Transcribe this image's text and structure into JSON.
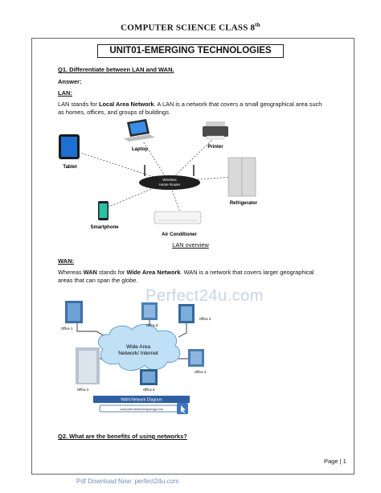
{
  "header": {
    "title": "COMPUTER SCIENCE CLASS 8",
    "superscript": "th"
  },
  "unit_title": "UNIT01-EMERGING TECHNOLOGIES",
  "q1": {
    "question": "Q1. Differentiate between LAN and WAN.",
    "answer_label": "Answer:"
  },
  "lan": {
    "heading": "LAN:",
    "text_parts": [
      "LAN stands for ",
      "Local Area Network",
      ". A LAN is a network that covers a small geographical area such as homes, offices, and groups of buildings."
    ],
    "diagram": {
      "router_label_1": "Wireless",
      "router_label_2": "Home Router",
      "devices": [
        "Tablet",
        "Laptop",
        "Printer",
        "Refrigerator",
        "Smartphone",
        "Air Conditioner"
      ]
    },
    "caption": "LAN overview"
  },
  "wan": {
    "heading": "WAN:",
    "text_parts": [
      "Whereas ",
      "WAN",
      " stands for ",
      "Wide Area Network",
      ". WAN is a network that covers larger geographical areas that can span the globe."
    ],
    "diagram": {
      "cloud_label_1": "Wide Area",
      "cloud_label_2": "Network/ Internet",
      "offices": [
        "Office 1",
        "Office 2",
        "Office 3",
        "Office 4",
        "Office 5"
      ],
      "banner": "WAN Network Diagram",
      "url": "computernetworktopology.com"
    }
  },
  "q2": {
    "question": "Q2. What are the benefits of using networks?"
  },
  "watermark": "Perfect24u.com",
  "page_number": "Page | 1",
  "footer": "Pdf Download Now: perfect24u.com"
}
